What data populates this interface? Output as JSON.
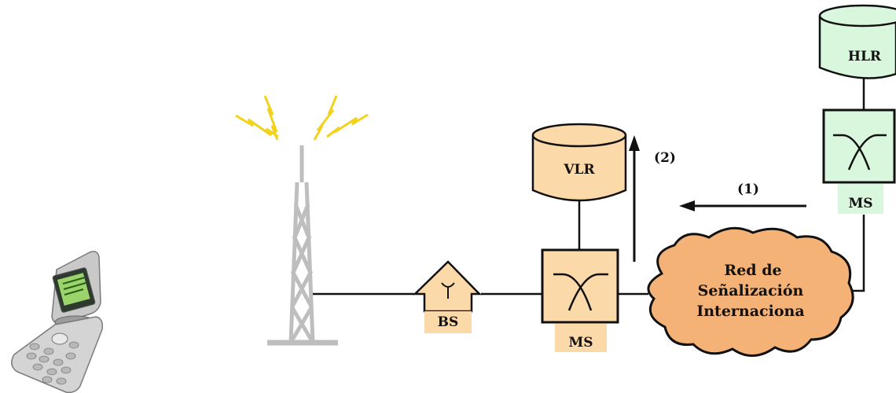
{
  "colors": {
    "peach": "#FBD9A8",
    "mint": "#D9F7DD",
    "cloud": "#F4B277",
    "tower": "#BEBEBE",
    "lightning": "#F2D21B",
    "line": "#111111"
  },
  "labels": {
    "bs": "BS",
    "ms_local": "MS",
    "ms_remote": "MS",
    "vlr": "VLR",
    "hlr": "HLR",
    "step1": "(1)",
    "step2": "(2)",
    "network_line1": "Red de",
    "network_line2": "Señalización",
    "network_line3": "Internaciona"
  },
  "icons": {
    "phone": "flip-phone-icon",
    "tower": "antenna-tower-icon",
    "switch": "switch-cross-icon",
    "database": "database-cylinder-icon",
    "cloud": "network-cloud-icon",
    "bs": "base-station-icon"
  }
}
